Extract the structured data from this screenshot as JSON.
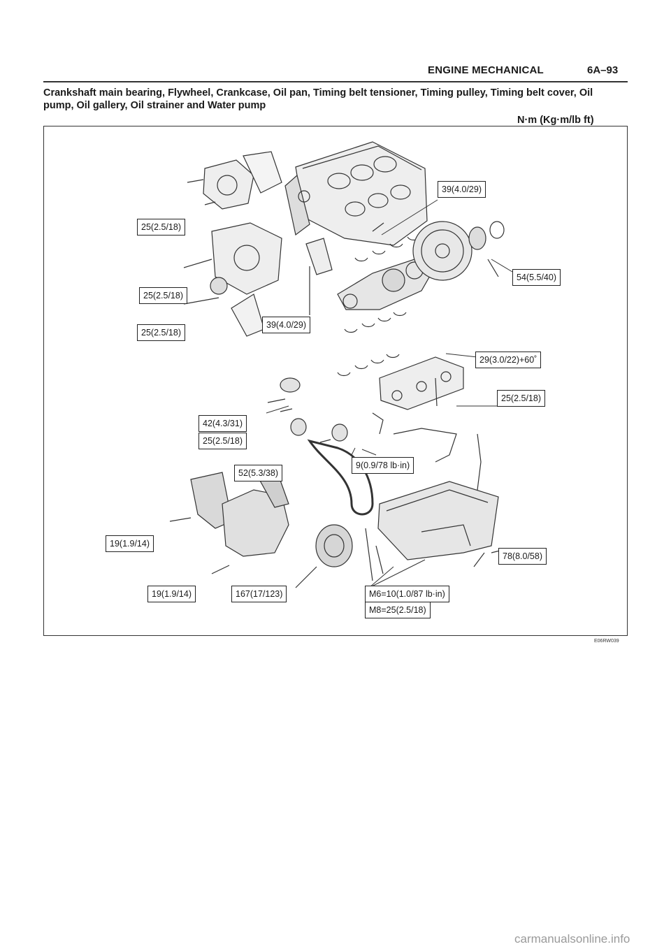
{
  "header": {
    "section_title": "ENGINE MECHANICAL",
    "page_number": "6A–93"
  },
  "caption": "Crankshaft main bearing, Flywheel, Crankcase, Oil pan, Timing belt tensioner, Timing pulley, Timing belt cover, Oil pump, Oil gallery, Oil strainer and Water pump",
  "units": "N·m (Kg·m/lb ft)",
  "labels": {
    "water_pump_bolt": "25(2.5/18)",
    "crankcase_bolt": "39(4.0/29)",
    "flywheel_bolt": "54(5.5/40)",
    "oil_pump_bolt": "25(2.5/18)",
    "oil_pump_bolt_lower": "25(2.5/18)",
    "main_bearing_cap_bolt": "39(4.0/29)",
    "oil_gallery_bolt": "29(3.0/22)+60˚",
    "oil_strainer_bolt": "25(2.5/18)",
    "tensioner_bolt": "42(4.3/31)",
    "tensioner_bracket_bolt": "25(2.5/18)",
    "pulley_bolt": "52(5.3/38)",
    "gallery_stud": "9(0.9/78 lb·in)",
    "belt_cover_bolt_upper": "19(1.9/14)",
    "belt_cover_bolt_lower": "19(1.9/14)",
    "crank_pulley_bolt": "167(17/123)",
    "oil_pan_m6": "M6=10(1.0/87 lb·in)",
    "oil_pan_m8": "M8=25(2.5/18)",
    "drain_plug": "78(8.0/58)"
  },
  "figure_ref": "E06RW039",
  "watermark": "carmanualsonline.info"
}
